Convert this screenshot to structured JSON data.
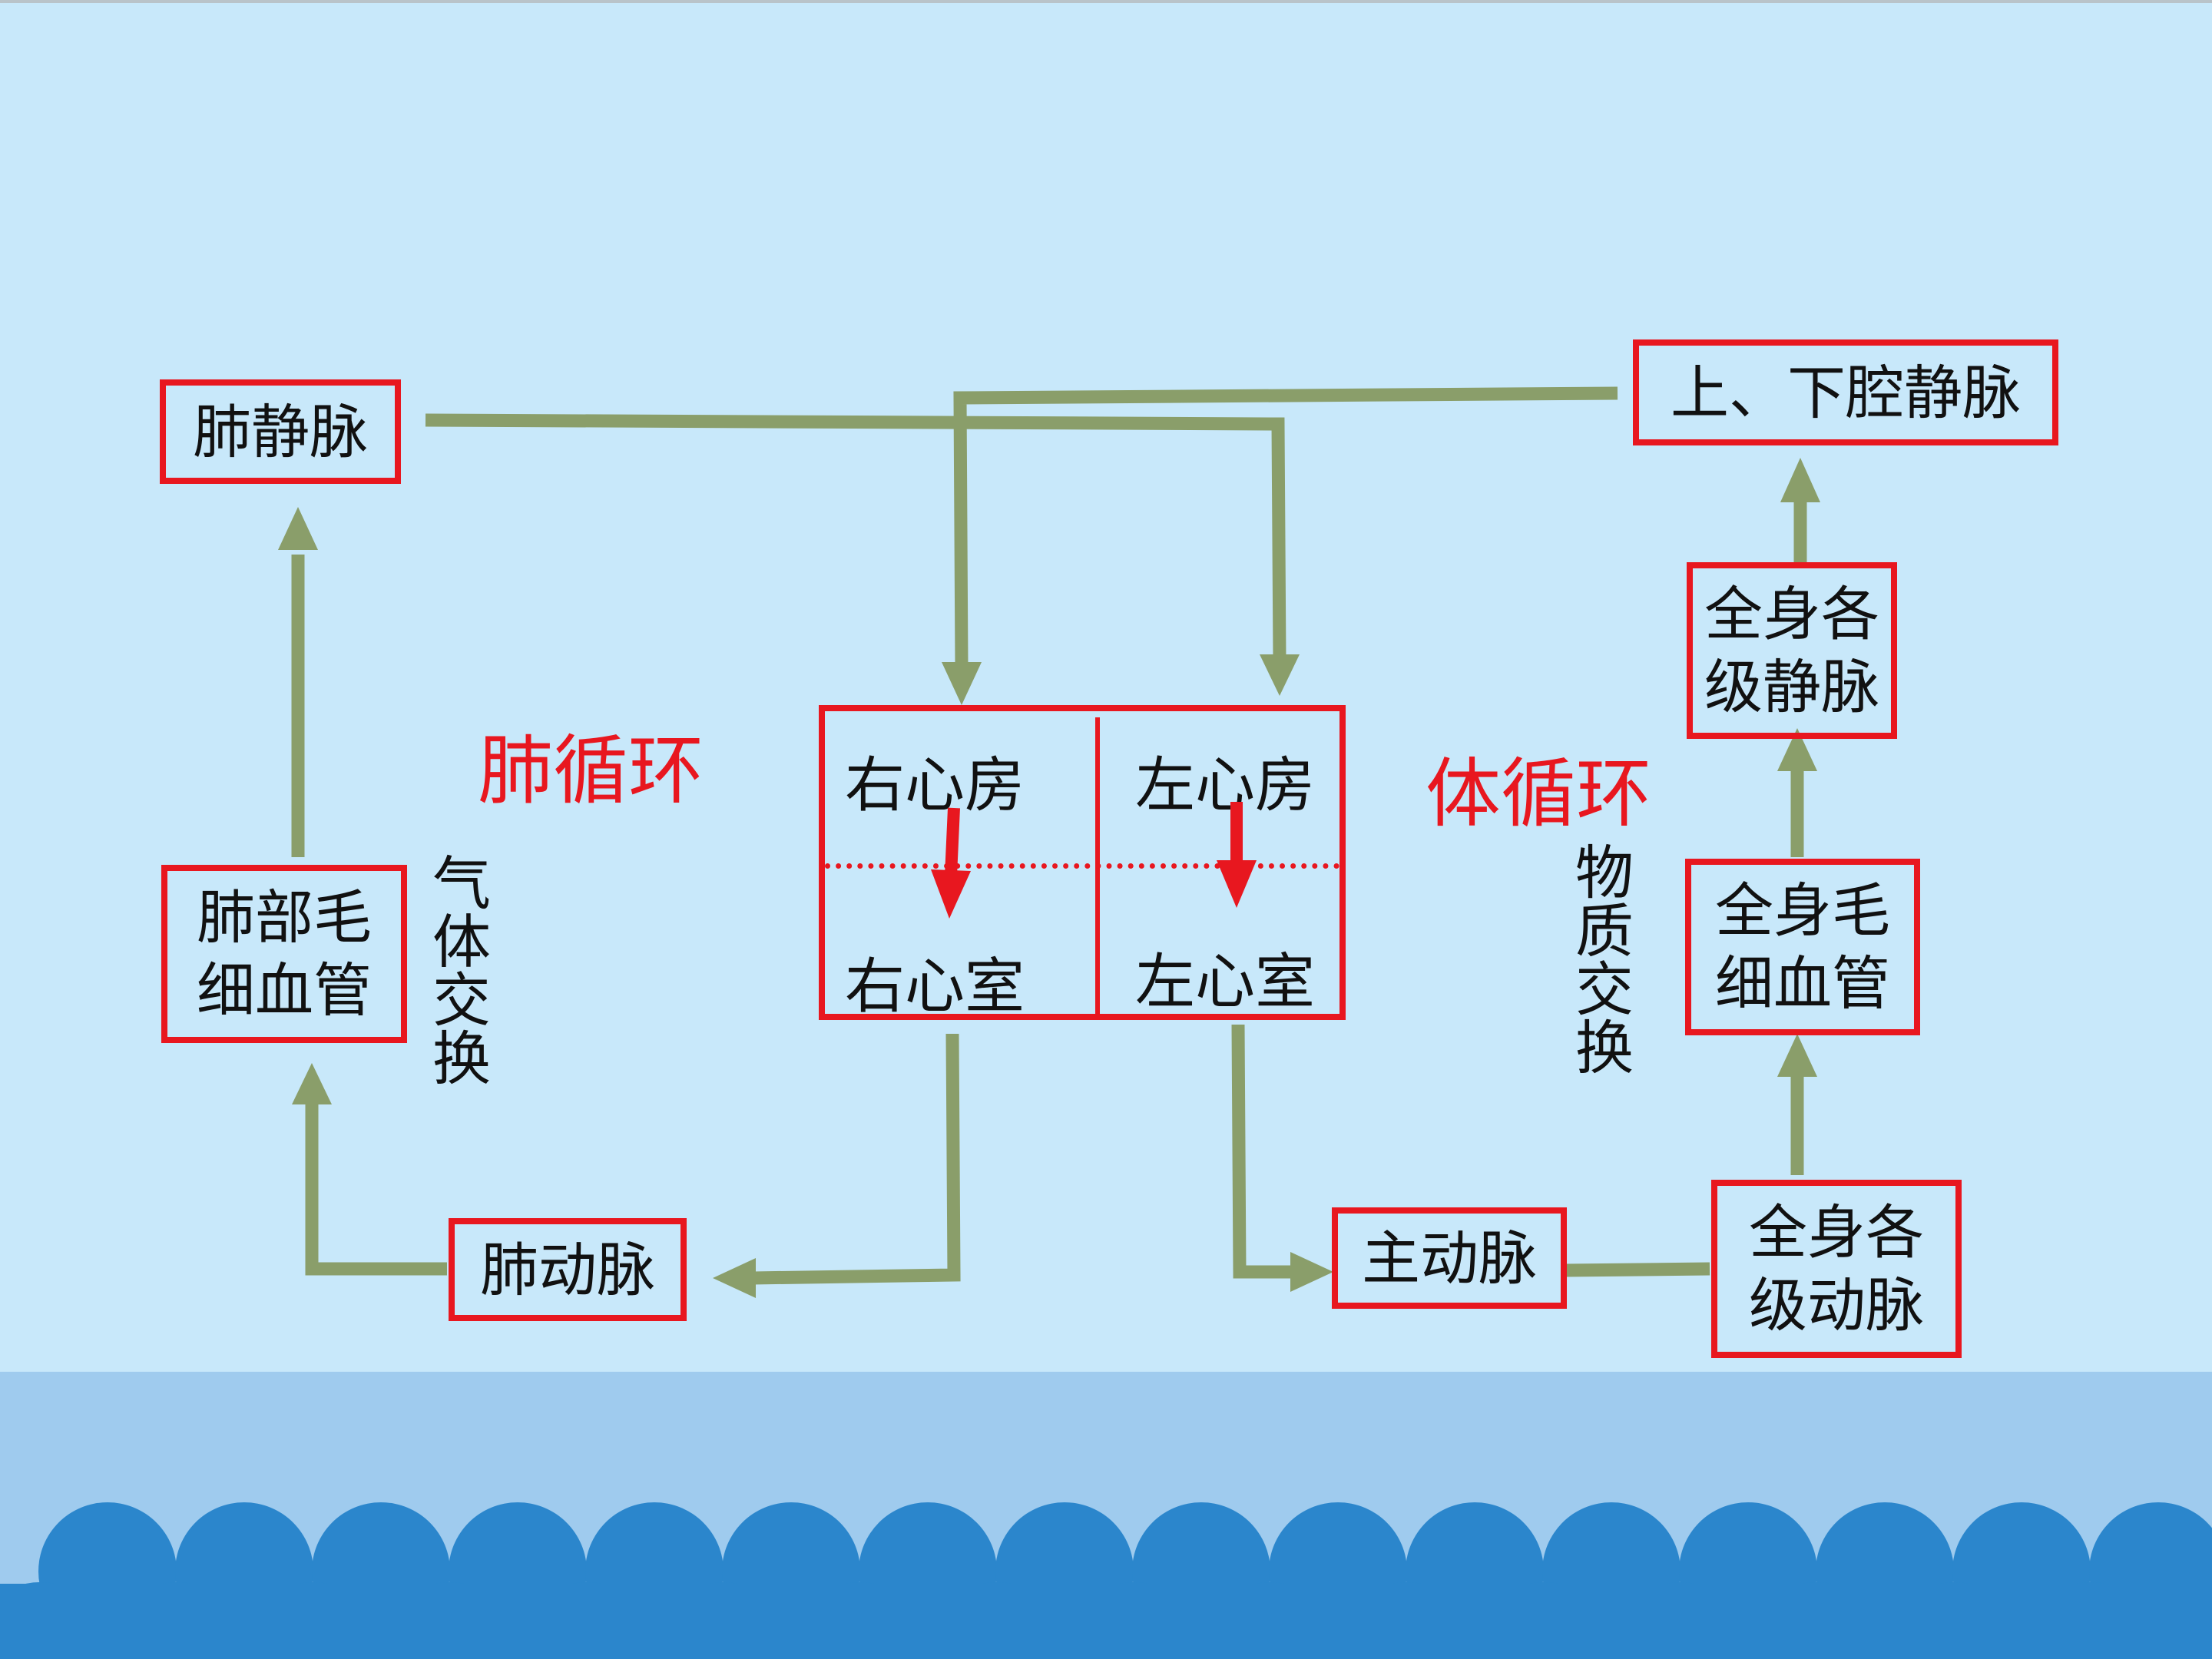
{
  "diagram": {
    "title_pulmonary": "肺循环",
    "title_systemic": "体循环",
    "gas_exchange": "气体交换",
    "substance_exchange": "物质交换",
    "boxes": {
      "pulmonary_vein": "肺静脉",
      "lung_capillaries": "肺部毛\n细血管",
      "pulmonary_artery": "肺动脉",
      "vena_cava": "上、下腔静脉",
      "body_veins": "全身各\n级静脉",
      "body_capillaries": "全身毛\n细血管",
      "body_arteries": "全身各\n级动脉",
      "aorta": "主动脉"
    },
    "heart": {
      "right_atrium": "右心房",
      "left_atrium": "左心房",
      "right_ventricle": "右心室",
      "left_ventricle": "左心室"
    }
  },
  "colors": {
    "background": "#c8e8fa",
    "border_red": "#e8171f",
    "arrow_green": "#8a9e6a",
    "wave_dark": "#2b86cc",
    "wave_band": "#9fcbee"
  },
  "icons": [
    "flow-arrow-icon",
    "valve-arrow-icon",
    "wave-decoration-icon"
  ]
}
